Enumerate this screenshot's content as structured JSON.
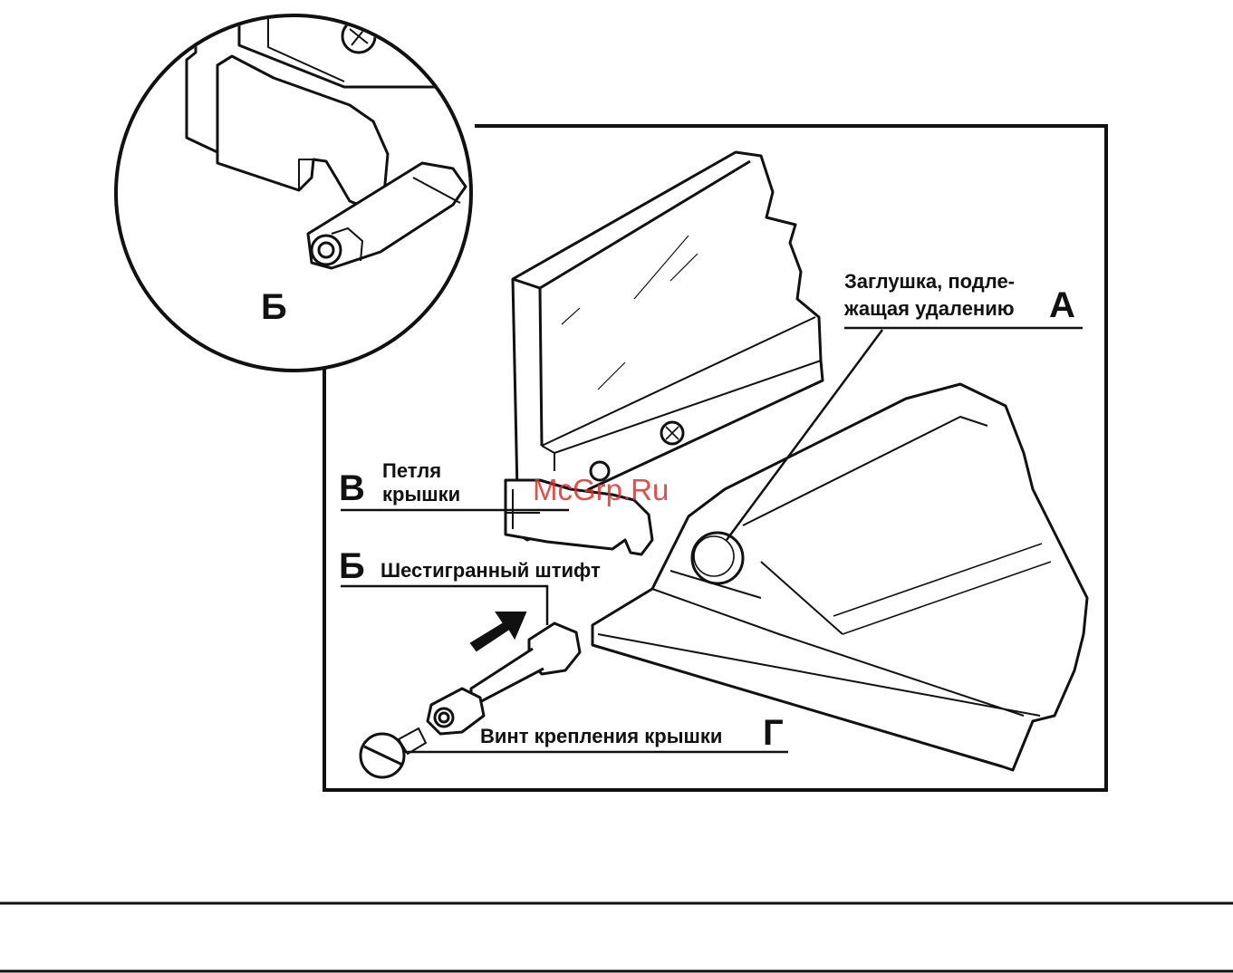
{
  "inset_label": "Б",
  "labels": {
    "a": {
      "text_line1": "Заглушка, подле-",
      "text_line2": "жащая удалению",
      "letter": "А"
    },
    "v": {
      "letter": "В",
      "text_line1": "Петля",
      "text_line2": "крышки"
    },
    "b": {
      "letter": "Б",
      "text": "Шестигранный штифт"
    },
    "g": {
      "text": "Винт крепления крышки",
      "letter": "Г"
    }
  },
  "watermark": "McGrp.Ru",
  "colors": {
    "ink": "#111111",
    "watermark": "#d9302c",
    "background": "#ffffff"
  }
}
